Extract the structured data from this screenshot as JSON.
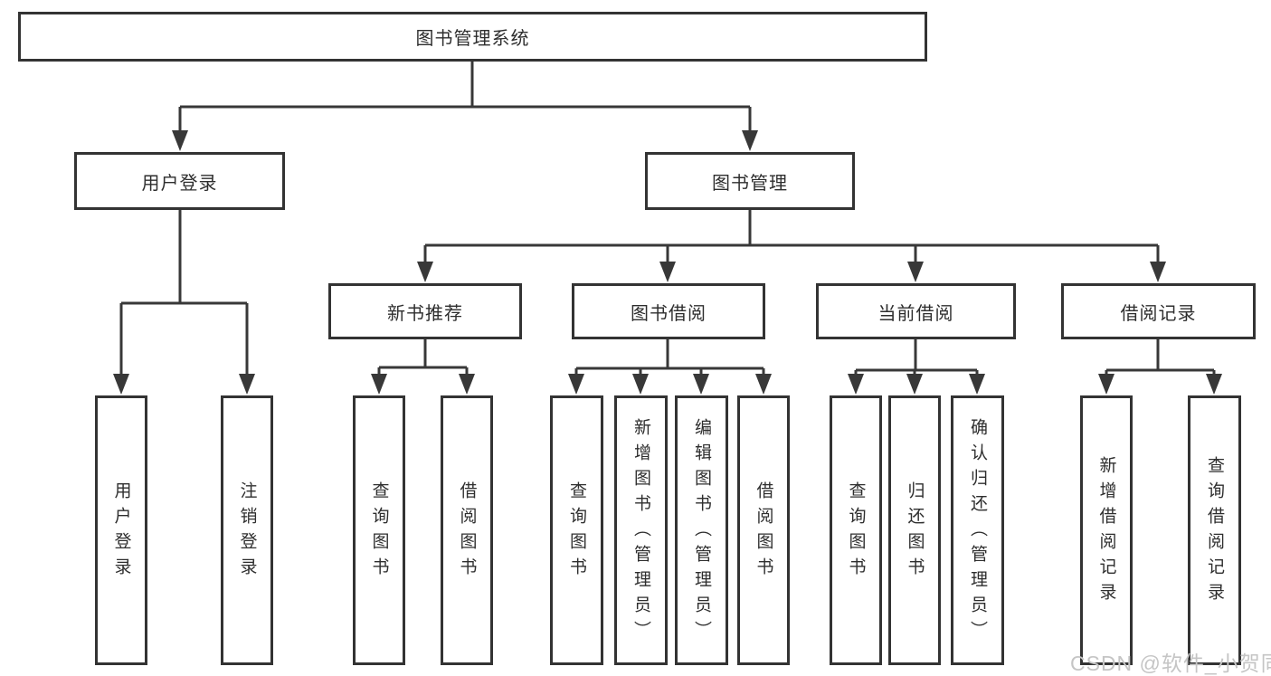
{
  "diagram": {
    "type": "hierarchy-tree",
    "root": {
      "label": "图书管理系统"
    },
    "branches": [
      {
        "label": "用户登录",
        "children": [
          {
            "label": "用户登录"
          },
          {
            "label": "注销登录"
          }
        ]
      },
      {
        "label": "图书管理",
        "children": [
          {
            "label": "新书推荐",
            "children": [
              {
                "label": "查询图书"
              },
              {
                "label": "借阅图书"
              }
            ]
          },
          {
            "label": "图书借阅",
            "children": [
              {
                "label": "查询图书"
              },
              {
                "label": "新增图书（管理员）"
              },
              {
                "label": "编辑图书（管理员）"
              },
              {
                "label": "借阅图书"
              }
            ]
          },
          {
            "label": "当前借阅",
            "children": [
              {
                "label": "查询图书"
              },
              {
                "label": "归还图书"
              },
              {
                "label": "确认归还（管理员）"
              }
            ]
          },
          {
            "label": "借阅记录",
            "children": [
              {
                "label": "新增借阅记录"
              },
              {
                "label": "查询借阅记录"
              }
            ]
          }
        ]
      }
    ]
  },
  "watermark": {
    "text": "CSDN @软件_小贺同学"
  },
  "colors": {
    "line": "#383838",
    "box_border": "#333333",
    "text": "#2e2e2e",
    "watermark": "#c5c5c5",
    "background": "#ffffff"
  }
}
